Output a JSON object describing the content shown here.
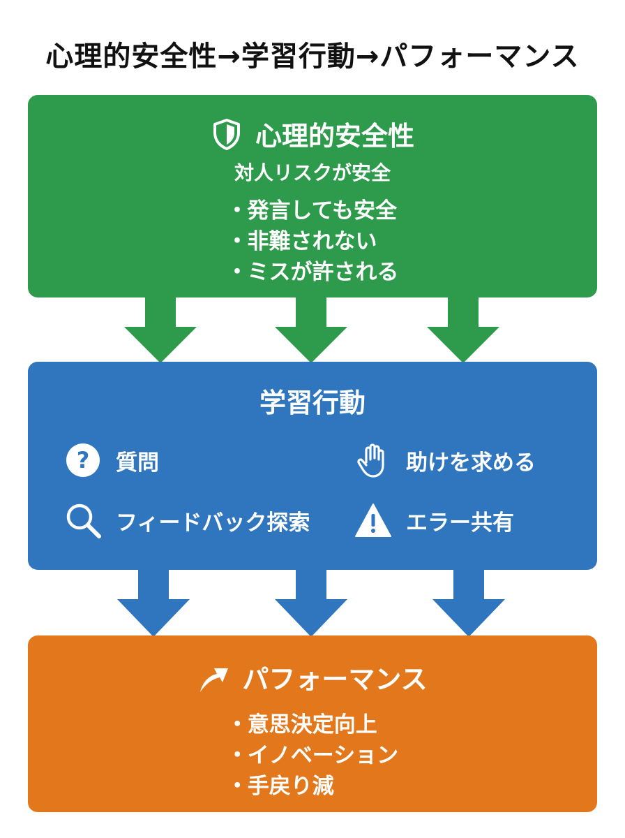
{
  "title": "心理的安全性→学習行動→パフォーマンス",
  "safety": {
    "heading": "心理的安全性",
    "subheading": "対人リスクが安全",
    "icon": "shield-icon",
    "color": "#2e9a4b",
    "bullets": [
      "発言しても安全",
      "非難されない",
      "ミスが許される"
    ]
  },
  "learning": {
    "heading": "学習行動",
    "color": "#2f76bf",
    "behaviors": [
      {
        "label": "質問",
        "icon": "question-circle-icon"
      },
      {
        "label": "助けを求める",
        "icon": "raised-hand-icon"
      },
      {
        "label": "フィードバック探索",
        "icon": "magnifier-icon"
      },
      {
        "label": "エラー共有",
        "icon": "warning-triangle-icon"
      }
    ]
  },
  "performance": {
    "heading": "パフォーマンス",
    "icon": "up-arrow-icon",
    "color": "#e2781b",
    "bullets": [
      "意思決定向上",
      "イノベーション",
      "手戻り減"
    ]
  },
  "bullet_char": "・"
}
